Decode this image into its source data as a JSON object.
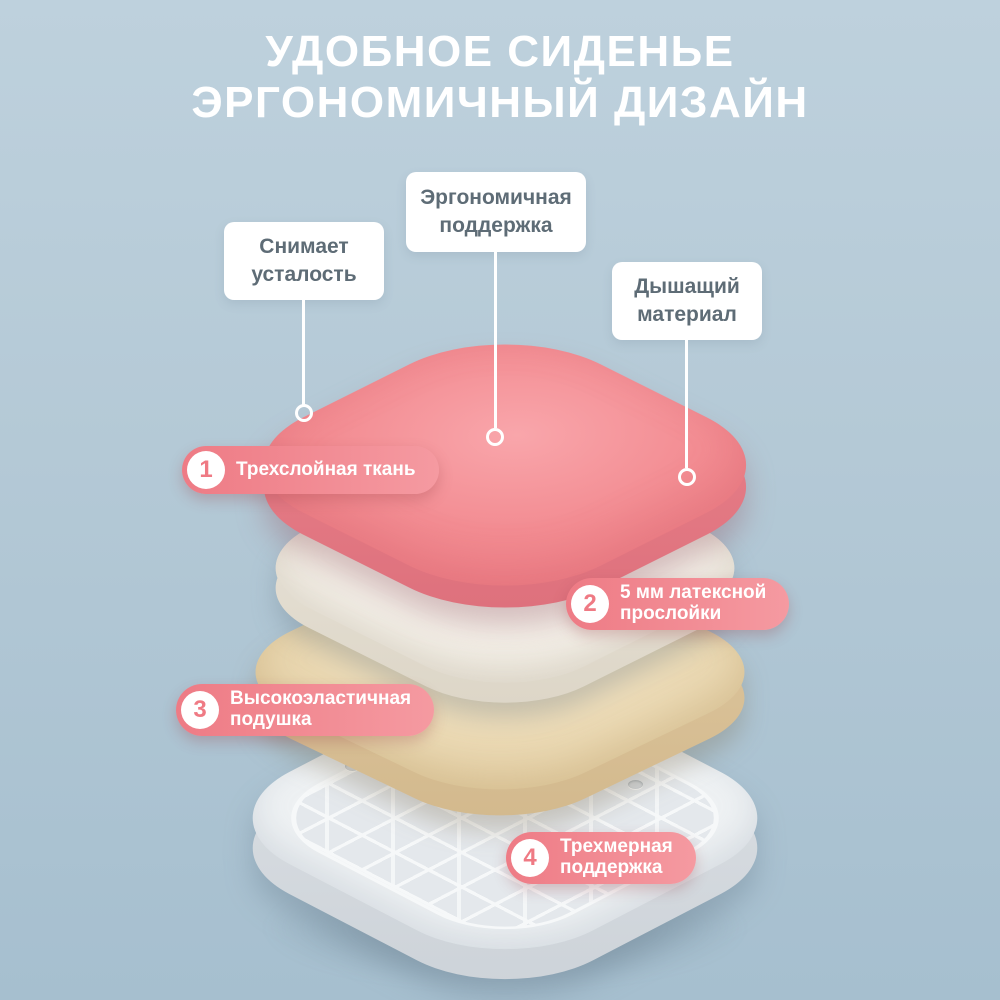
{
  "title": {
    "line1": "УДОБНОЕ СИДЕНЬЕ",
    "line2": "ЭРГОНОМИЧНЫЙ ДИЗАЙН"
  },
  "callouts": [
    {
      "line1": "Снимает",
      "line2": "усталость"
    },
    {
      "line1": "Эргономичная",
      "line2": "поддержка"
    },
    {
      "line1": "Дышащий",
      "line2": "материал"
    }
  ],
  "features": [
    {
      "number": "1",
      "line1": "Трехслойная ткань",
      "line2": ""
    },
    {
      "number": "2",
      "line1": "5 мм латексной",
      "line2": "прослойки"
    },
    {
      "number": "3",
      "line1": "Высокоэластичная",
      "line2": "подушка"
    },
    {
      "number": "4",
      "line1": "Трехмерная",
      "line2": "поддержка"
    }
  ],
  "colors": {
    "background": "#b4c9d6",
    "accent_pink": "#ef7a84",
    "fabric_pink": "#f28a90",
    "latex_white": "#f4f0e8",
    "foam_cream": "#ead8b2",
    "base_white": "#eef1f3",
    "callout_text": "#5e6c76"
  }
}
